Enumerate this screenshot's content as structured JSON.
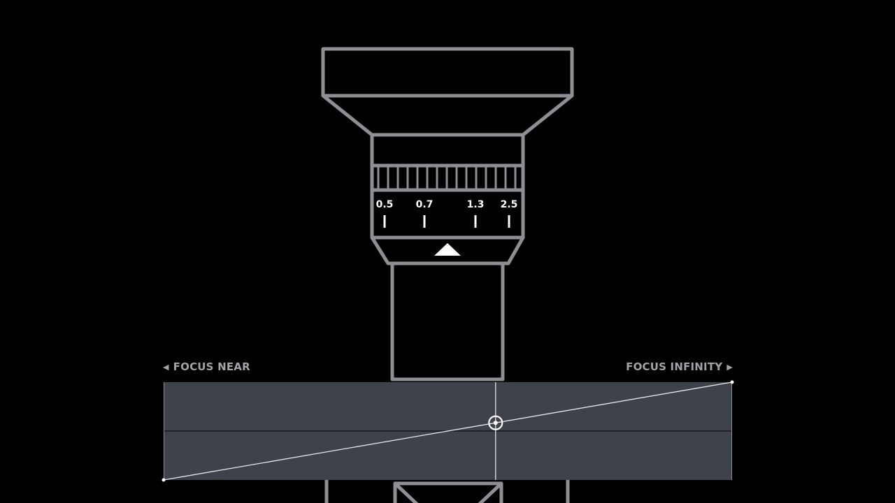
{
  "labels": {
    "near": "FOCUS NEAR",
    "infinity": "FOCUS INFINITY"
  },
  "icons": {
    "near": "triangle-left-icon",
    "infinity": "triangle-right-icon"
  },
  "distance_scale": [
    "0.5",
    "0.7",
    "1.3",
    "2.5"
  ],
  "focus": {
    "position": 0.584,
    "value": 0.416
  },
  "colors": {
    "outline": "#8e8f94",
    "panel": "#3e424b",
    "background": "#000000",
    "marker": "#ffffff"
  }
}
